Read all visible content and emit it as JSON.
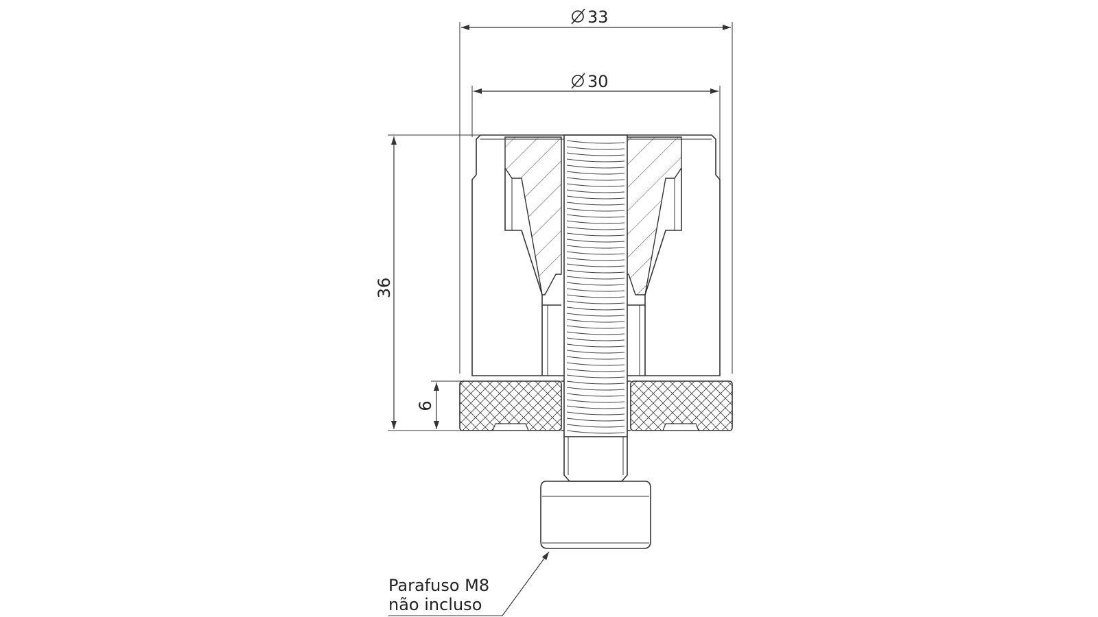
{
  "dimensions": {
    "outer_diameter": "33",
    "inner_diameter": "30",
    "total_height": "36",
    "base_height": "6"
  },
  "note": {
    "line1": "Parafuso M8",
    "line2": "não incluso"
  },
  "colors": {
    "line": "#333333",
    "background": "#ffffff"
  },
  "icons": {
    "diameter_symbol": "diameter-symbol-icon"
  }
}
